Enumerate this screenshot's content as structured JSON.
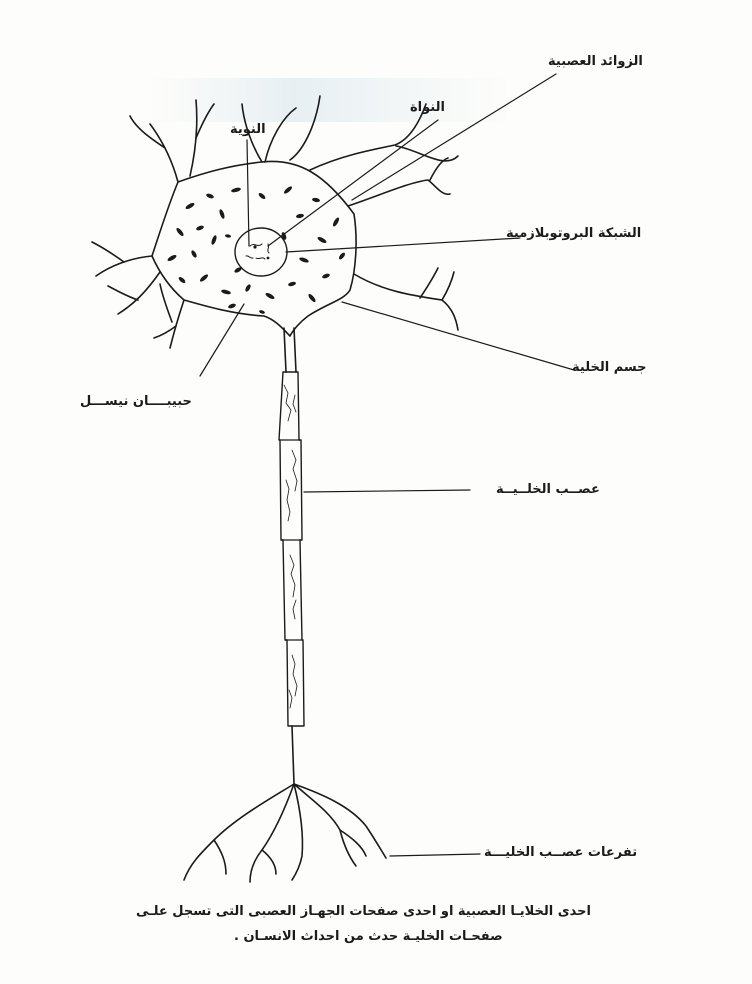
{
  "labels": {
    "dendrites": "الزوائد العصبية",
    "nucleus": "النواة",
    "nucleolus": "النوية",
    "protoplasmic_network": "الشبكة البروتوبلازمية",
    "cell_body": "جسم الخلية",
    "nissl_granules": "حبيبــــان نيســـل",
    "axon": "عصــب الخلــيــة",
    "axon_branches": "تفرعات عصــب الخليـــة"
  },
  "caption": {
    "line1": "احدى الخلايـا العصبية او احدى صفحات الجهـاز العصبى التى تسجل علـى",
    "line2": "صفحـات الخليـة حدث من احداث الانسـان ."
  },
  "colors": {
    "ink": "#1b1b1b",
    "paper": "#fdfdfb"
  }
}
